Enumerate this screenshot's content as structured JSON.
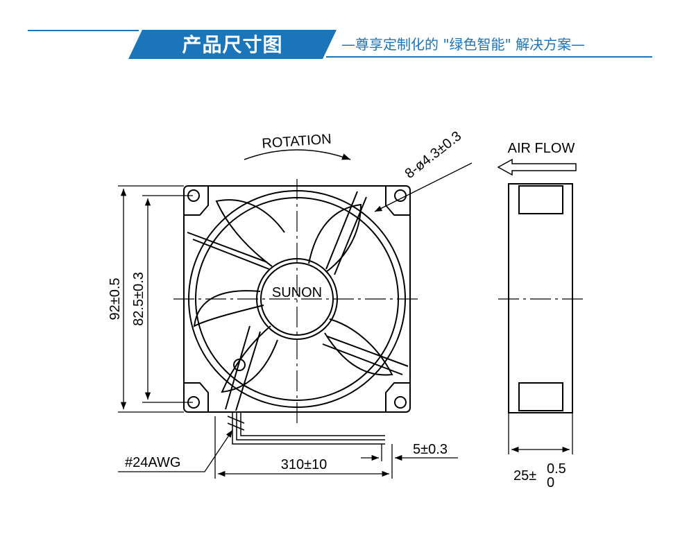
{
  "header": {
    "title": "产品尺寸图",
    "subtitle": "—尊享定制化的 \"绿色智能\" 解决方案—",
    "accent": "#1b75bb"
  },
  "labels": {
    "rotation": "ROTATION",
    "air_flow": "AIR FLOW",
    "brand": "SUNON",
    "holes": "8-ø4.3±0.3",
    "height_outer": "92±0.5",
    "height_inner": "82.5±0.3",
    "wire_gauge": "#24AWG",
    "wire_length": "310±10",
    "strip_length": "5±0.3",
    "depth_base": "25±",
    "depth_upper": "0.5",
    "depth_lower": "0"
  }
}
